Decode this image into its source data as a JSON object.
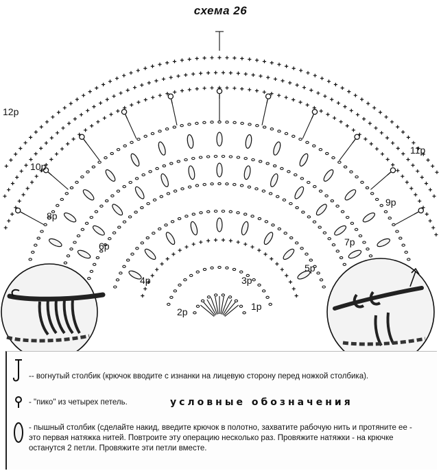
{
  "title": "схема 26",
  "row_labels": {
    "r1": "1р",
    "r2": "2р",
    "r3": "3р",
    "r4": "4р",
    "r5": "5р",
    "r6": "6р",
    "r7": "7р",
    "r8": "8р",
    "r9": "9р",
    "r10": "10р",
    "r11": "11р",
    "r12": "12р"
  },
  "legend": {
    "title": "условные обозначения",
    "items": [
      {
        "icon": "front-post-stitch-icon",
        "text": "-- вогнутый столбик  (крючок вводите с изнанки на лицевую сторону перед ножкой столбика)."
      },
      {
        "icon": "picot-icon",
        "text": "- \"пико\" из четырех петель."
      },
      {
        "icon": "puff-stitch-icon",
        "text": "- пышный столбик (сделайте накид, введите крючок в полотно, захватите рабочую нить и протяните ее - это первая натяжка нитей. Повтроите эту операцию несколько раз. Провяжите натяжки - на крючке останутся 2 петли.  Провяжите  эти петли вместе."
      }
    ]
  }
}
